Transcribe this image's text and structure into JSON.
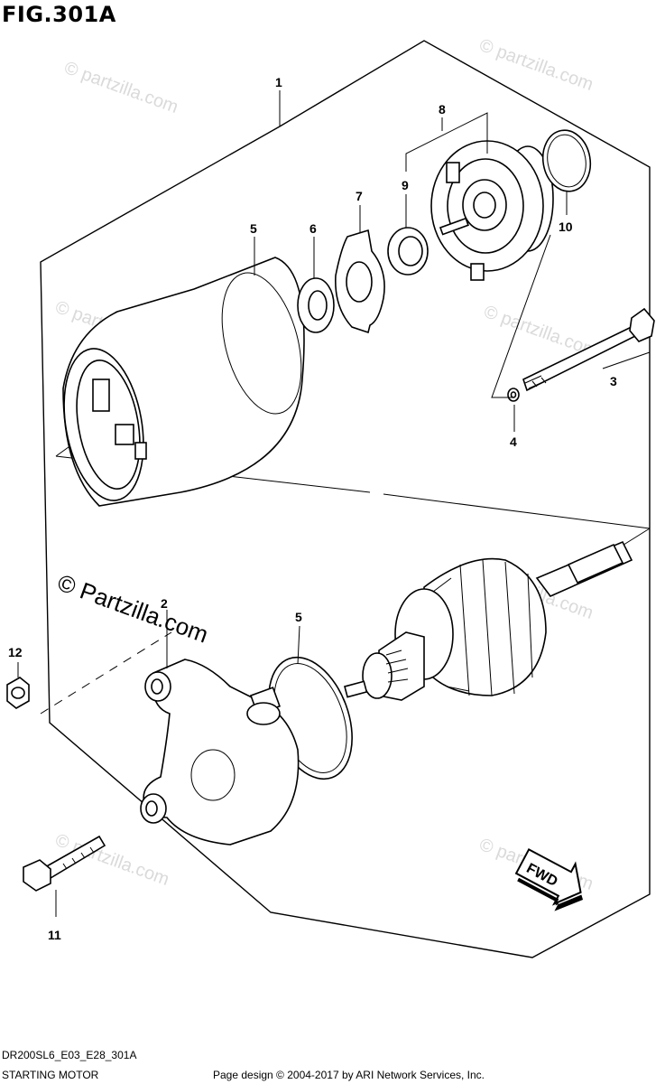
{
  "figure": {
    "title": "FIG.301A",
    "code": "DR200SL6_E03_E28_301A",
    "name": "STARTING MOTOR",
    "copyright": "Page design © 2004-2017 by ARI Network Services, Inc."
  },
  "callouts": {
    "c1": "1",
    "c2": "2",
    "c3": "3",
    "c4": "4",
    "c5a": "5",
    "c5b": "5",
    "c6": "6",
    "c7": "7",
    "c8": "8",
    "c9": "9",
    "c10": "10",
    "c11": "11",
    "c12": "12"
  },
  "watermark": {
    "text": "© Partzilla.com",
    "text_small": "© partzilla.com"
  },
  "fwd_label": "FWD"
}
